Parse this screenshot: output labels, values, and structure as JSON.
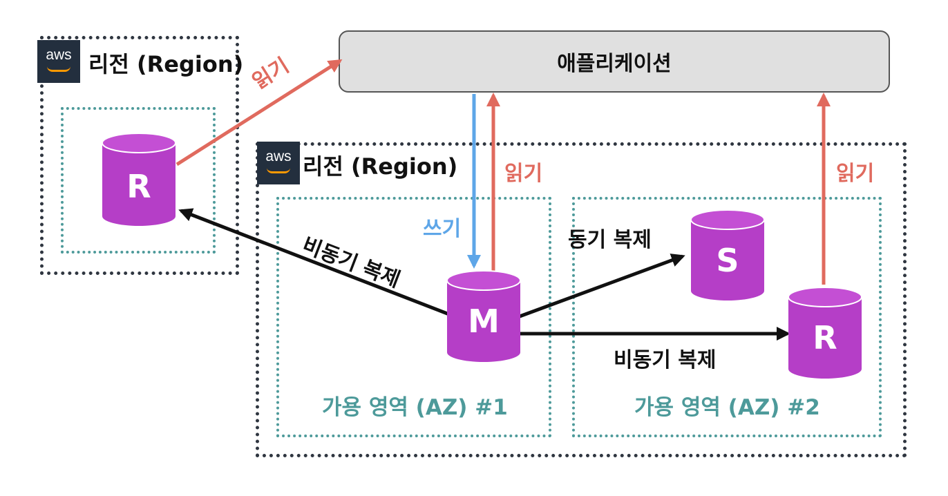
{
  "app": {
    "label": "애플리케이션"
  },
  "regions": [
    {
      "title": "리전 (Region)",
      "logo": "aws"
    },
    {
      "title": "리전 (Region)",
      "logo": "aws"
    }
  ],
  "azs": [
    {
      "label": "가용 영역 (AZ) #1"
    },
    {
      "label": "가용 영역 (AZ) #2"
    }
  ],
  "databases": {
    "remote_replica": "R",
    "master": "M",
    "standby": "S",
    "local_replica": "R"
  },
  "edges": {
    "read_remote": "읽기",
    "read_master": "읽기",
    "read_local": "읽기",
    "write": "쓰기",
    "async_remote": "비동기 복제",
    "sync_standby": "동기 복제",
    "async_local": "비동기 복제"
  },
  "colors": {
    "db_fill": "#b53ec7",
    "db_top": "#c44fd4",
    "read": "#e06a5e",
    "write": "#5ea6e8",
    "replication": "#111111",
    "region_border": "#2f3640",
    "az_border": "#4d9a9a",
    "app_fill": "#e0e0e0"
  }
}
